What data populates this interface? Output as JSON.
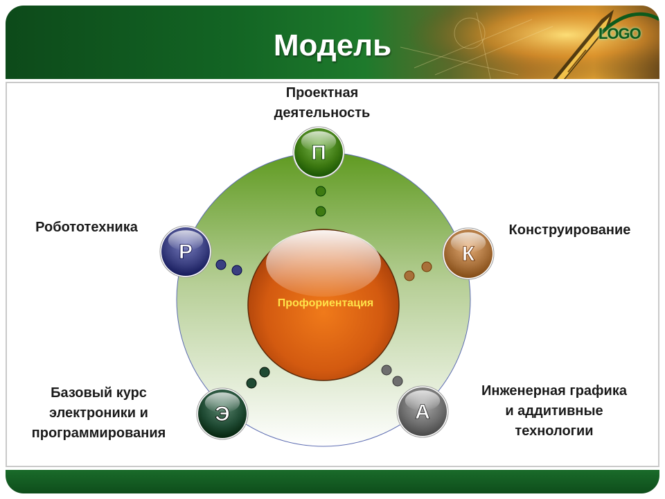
{
  "slide": {
    "title": "Модель",
    "logo": "LOGO"
  },
  "diagram": {
    "center": {
      "label": "Профориентация"
    },
    "nodes": [
      {
        "id": "p",
        "letter": "П",
        "caption": "Проектная\nдеятельность",
        "color": "#3e7a12"
      },
      {
        "id": "k",
        "letter": "К",
        "caption": "Конструирование",
        "color": "#a8703a"
      },
      {
        "id": "a",
        "letter": "А",
        "caption": "Инженерная графика\nи аддитивные\nтехнологии",
        "color": "#6e6e6e"
      },
      {
        "id": "e",
        "letter": "Э",
        "caption": "Базовый курс\nэлектроники и\nпрограммирования",
        "color": "#1f4a33"
      },
      {
        "id": "r",
        "letter": "Р",
        "caption": "Робототехника",
        "color": "#3a3f80"
      }
    ]
  }
}
